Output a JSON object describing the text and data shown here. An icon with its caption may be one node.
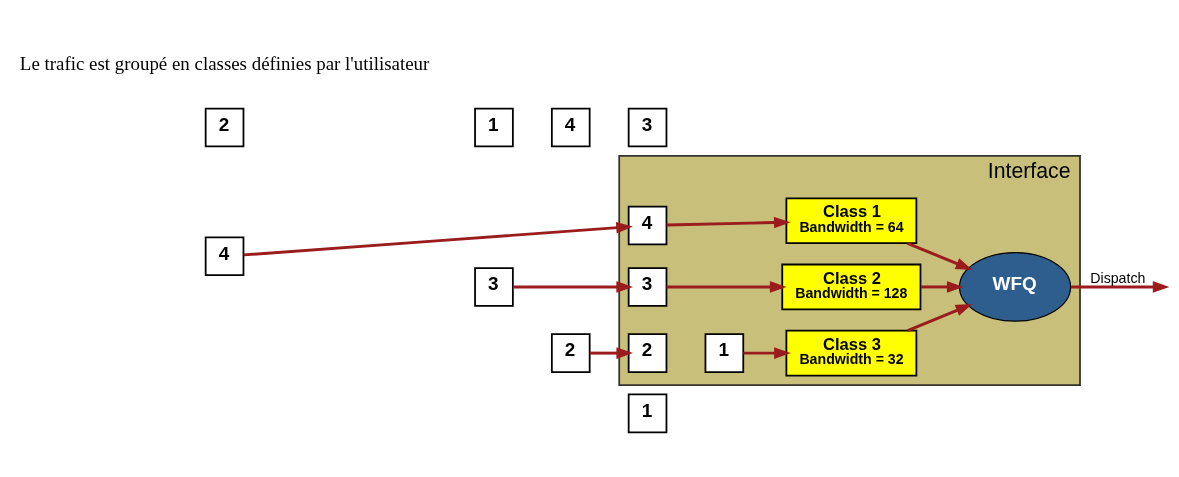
{
  "diagram": {
    "nodes": [
      {
        "text": [
          "Interface"
        ]
      },
      {
        "text": [
          "4"
        ],
        "in": 0
      },
      {
        "text": [
          "Class 1",
          "Bandwidth = 64"
        ],
        "in": 0
      },
      {
        "text": [
          "3"
        ],
        "in": 0
      },
      {
        "text": [
          "Class 2",
          "Bandwidth = 128"
        ],
        "in": 0
      },
      {
        "text": [
          "2"
        ],
        "in": 0
      },
      {
        "text": [
          "1"
        ],
        "in": 0
      },
      {
        "text": [
          "Class 3",
          "Bandwidth = 32"
        ],
        "in": 0
      },
      {
        "text": [
          "WFQ"
        ],
        "in": 0
      },
      {
        "text": [
          "2"
        ]
      },
      {
        "text": [
          "1"
        ]
      },
      {
        "text": [
          "4"
        ]
      },
      {
        "text": [
          "3"
        ]
      },
      {
        "text": [
          "4"
        ]
      },
      {
        "text": [
          "3"
        ]
      },
      {
        "text": [
          "2"
        ]
      },
      {
        "text": [
          "1"
        ]
      }
    ],
    "edges": [
      {
        "from": 13,
        "to": 1,
        "arrow": "to"
      },
      {
        "from": 14,
        "to": 3,
        "arrow": "to"
      },
      {
        "from": 15,
        "to": 5,
        "arrow": "to"
      },
      {
        "from": 1,
        "to": 2,
        "arrow": "to"
      },
      {
        "from": 3,
        "to": 4,
        "arrow": "to"
      },
      {
        "from": 6,
        "to": 7,
        "arrow": "to"
      },
      {
        "from": 2,
        "to": 8,
        "arrow": "to"
      },
      {
        "from": 4,
        "to": 8,
        "arrow": "to"
      },
      {
        "from": 7,
        "to": 8,
        "arrow": "to"
      },
      {
        "from": 8,
        "to": null,
        "arrow": "to",
        "label": "Dispatch"
      }
    ],
    "labels": [
      "Le trafic est groupé en classes définies par l'utilisateur"
    ]
  }
}
